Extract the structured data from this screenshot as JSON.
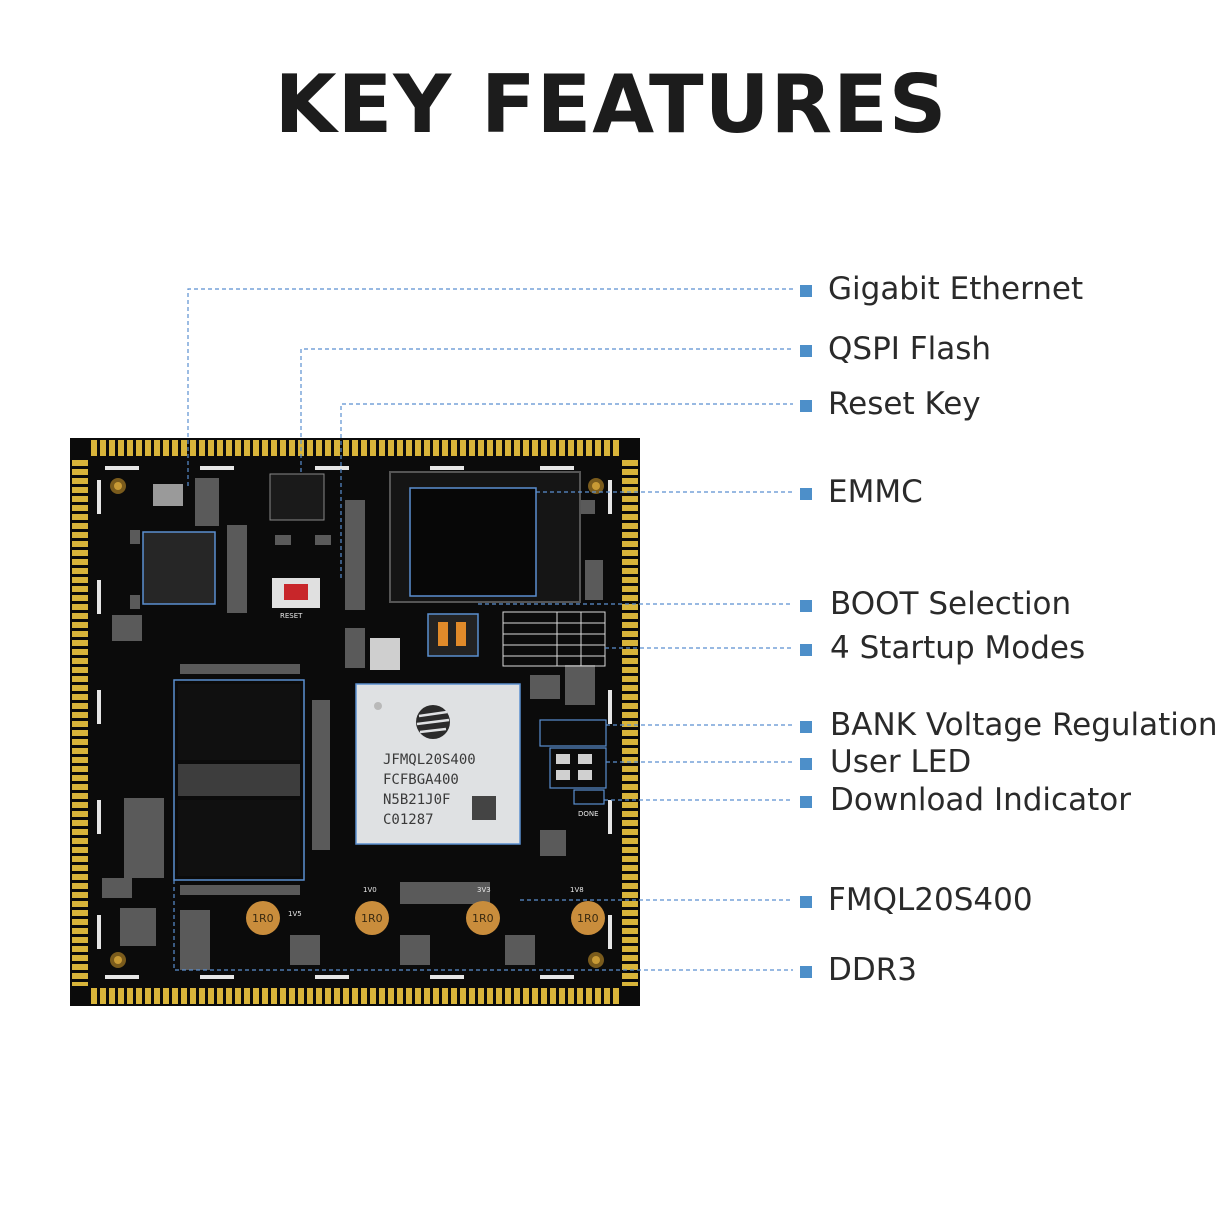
{
  "title": "KEY FEATURES",
  "features": [
    {
      "label": "Gigabit Ethernet"
    },
    {
      "label": "QSPI Flash"
    },
    {
      "label": "Reset Key"
    },
    {
      "label": "EMMC"
    },
    {
      "label": "BOOT Selection"
    },
    {
      "label": "4 Startup Modes"
    },
    {
      "label": "BANK Voltage Regulation"
    },
    {
      "label": "User LED"
    },
    {
      "label": "Download Indicator"
    },
    {
      "label": "FMQL20S400"
    },
    {
      "label": "DDR3"
    }
  ],
  "chip": {
    "line1": "JFMQL20S400",
    "line2": "FCFBGA400",
    "line3": "N5B21J0F",
    "line4": "C01287"
  },
  "board_marks": {
    "inductor": "1R0",
    "v1": "1V0",
    "v2": "3V3",
    "v3": "1V8",
    "v4": "1V5",
    "done": "DONE",
    "reset": "RESET"
  },
  "colors": {
    "accent": "#4d8fc9",
    "board": "#0b0b0b",
    "pins": "#d8b43a",
    "chip": "#dfe1e3"
  }
}
